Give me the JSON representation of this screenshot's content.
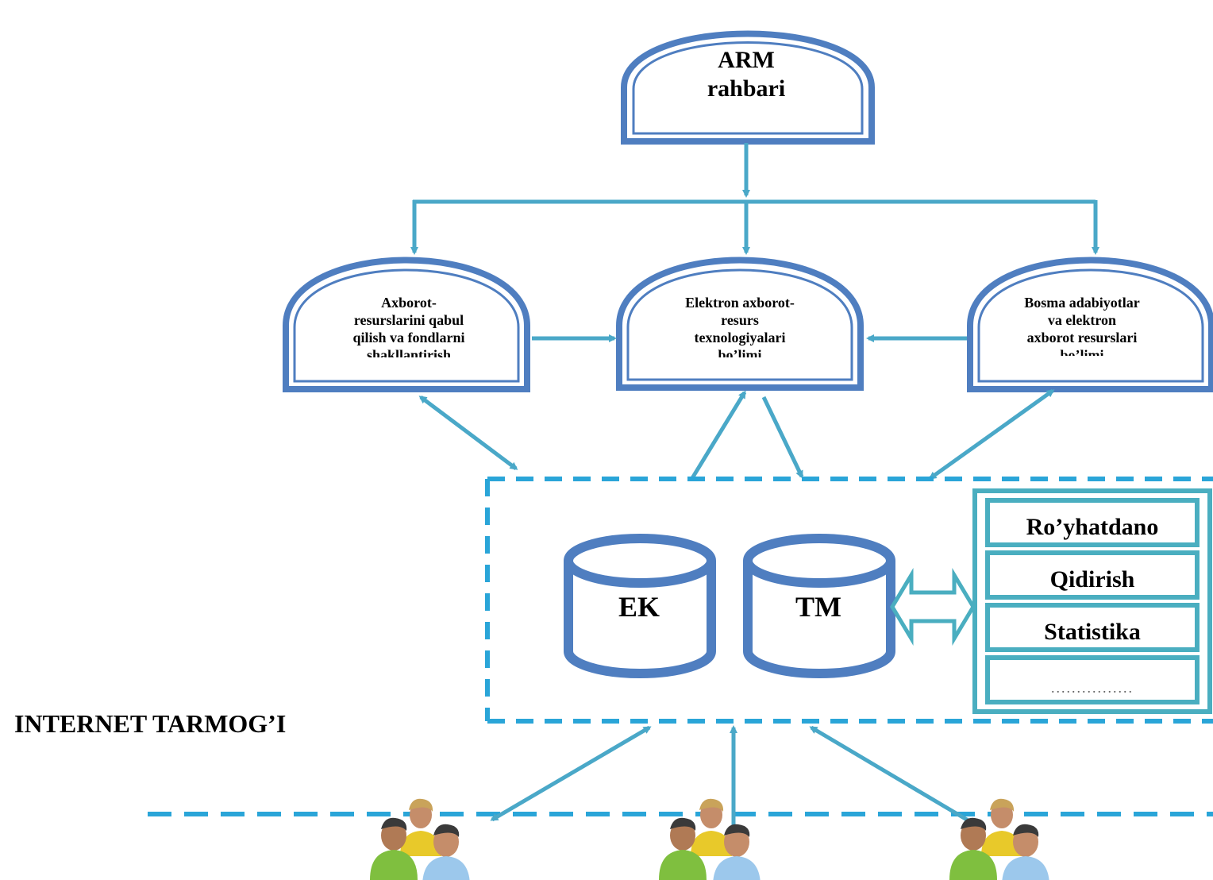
{
  "top_node": {
    "line1": "ARM",
    "line2": "rahbari"
  },
  "departments": [
    {
      "lines": [
        "Axborot-",
        "resurslarini qabul",
        "qilish va fondlarni",
        "shakllantirish"
      ]
    },
    {
      "lines": [
        "Elektron axborot-",
        "resurs",
        "texnologiyalari",
        "bo’limi"
      ]
    },
    {
      "lines": [
        "Bosma adabiyotlar",
        "va elektron",
        "axborot resurslari",
        "bo’limi"
      ]
    }
  ],
  "databases": [
    {
      "label": "EK"
    },
    {
      "label": "TM"
    }
  ],
  "functions": [
    {
      "label": "Ro’yhatdano"
    },
    {
      "label": "Qidirish"
    },
    {
      "label": "Statistika"
    },
    {
      "label": "................"
    }
  ],
  "network_label": "INTERNET TARMOG’I",
  "colors": {
    "box_border": "#4f7ec0",
    "arrow": "#4aa8c8",
    "dashed": "#2aa5d8",
    "func_border": "#4aaec0"
  },
  "icons": [
    "users-group-icon",
    "users-group-icon",
    "users-group-icon"
  ]
}
